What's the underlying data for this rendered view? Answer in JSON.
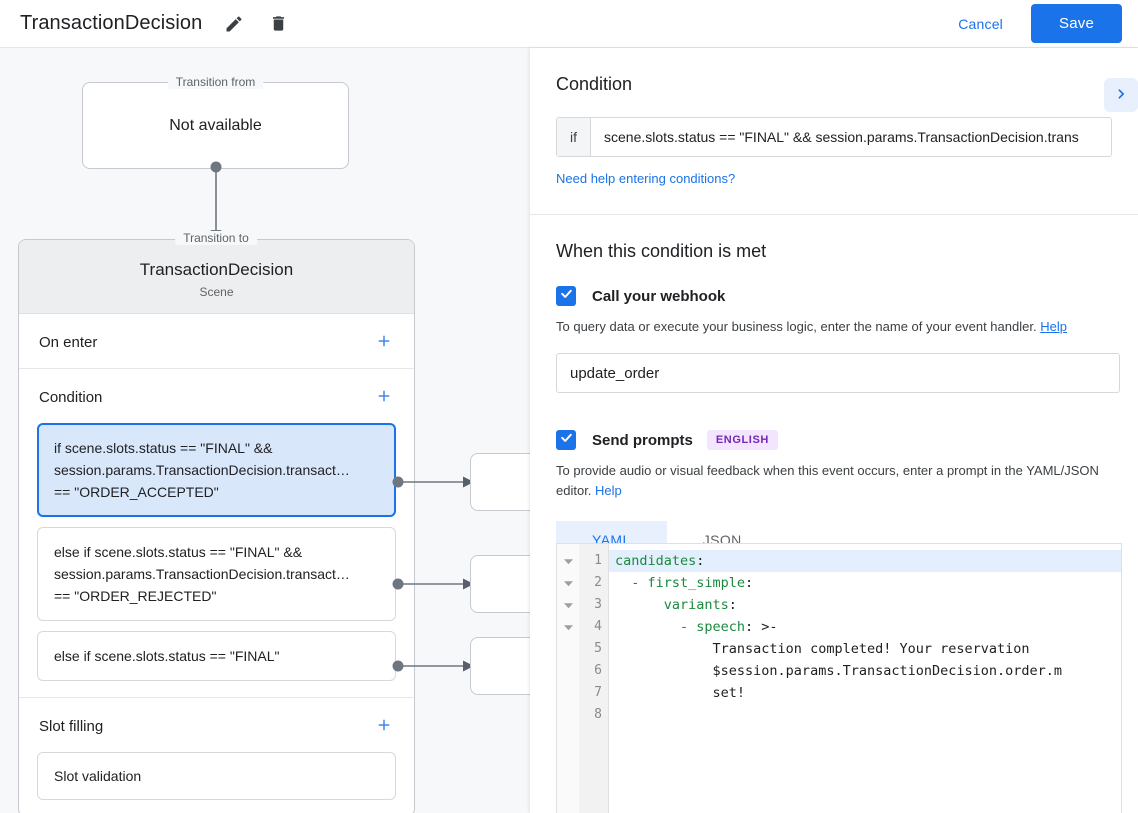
{
  "topbar": {
    "title": "TransactionDecision",
    "edit_icon": "pencil-icon",
    "delete_icon": "trash-icon",
    "cancel_label": "Cancel",
    "save_label": "Save"
  },
  "canvas": {
    "transition_from": {
      "legend": "Transition from",
      "value": "Not available"
    },
    "transition_to": {
      "legend": "Transition to",
      "title": "TransactionDecision",
      "subtitle": "Scene"
    },
    "sections": [
      {
        "title": "On enter",
        "add_icon": "plus-icon"
      },
      {
        "title": "Condition",
        "add_icon": "plus-icon"
      },
      {
        "title": "Slot filling",
        "add_icon": "plus-icon"
      }
    ],
    "conditions": [
      {
        "line1": "if scene.slots.status == \"FINAL\" &&",
        "line2": "session.params.TransactionDecision.transact…",
        "line3": "== \"ORDER_ACCEPTED\"",
        "selected": true
      },
      {
        "line1": "else if scene.slots.status == \"FINAL\" &&",
        "line2": "session.params.TransactionDecision.transact…",
        "line3": "== \"ORDER_REJECTED\"",
        "selected": false
      },
      {
        "line1": "else if scene.slots.status == \"FINAL\"",
        "line2": "",
        "line3": "",
        "selected": false
      }
    ],
    "slot_filling": [
      {
        "label": "Slot validation"
      }
    ]
  },
  "right_panel": {
    "condition_heading": "Condition",
    "expand_icon": "chevron-right-icon",
    "if_label": "if",
    "if_value": "scene.slots.status == \"FINAL\" && session.params.TransactionDecision.trans",
    "help_conditions_link": "Need help entering conditions?",
    "when_met_heading": "When this condition is met",
    "webhook": {
      "checked": true,
      "label": "Call your webhook",
      "hint": "To query data or execute your business logic, enter the name of your event handler.",
      "hint_link": "Help",
      "value": "update_order",
      "placeholder": ""
    },
    "prompts": {
      "checked": true,
      "label": "Send prompts",
      "badge": "ENGLISH",
      "hint": "To provide audio or visual feedback when this event occurs, enter a prompt in the YAML/JSON editor.",
      "hint_link": "Help",
      "tabs": [
        {
          "label": "YAML",
          "active": true
        },
        {
          "label": "JSON",
          "active": false
        }
      ]
    },
    "editor": {
      "line_numbers": [
        "1",
        "2",
        "3",
        "4",
        "5",
        "6",
        "7",
        "8"
      ],
      "fold_rows": [
        1,
        2,
        3,
        4
      ],
      "lines": [
        {
          "n": "1",
          "key": "candidates",
          "punct": ":",
          "rest": "",
          "indent": 0,
          "highlight": true
        },
        {
          "n": "2",
          "key": "  - first_simple",
          "punct": ":",
          "rest": "",
          "indent": 0,
          "highlight": false
        },
        {
          "n": "3",
          "key": "      variants",
          "punct": ":",
          "rest": "",
          "indent": 0,
          "highlight": false
        },
        {
          "n": "4",
          "key": "        - speech",
          "punct": ": >-",
          "rest": "",
          "indent": 0,
          "highlight": false
        },
        {
          "n": "5",
          "key": "",
          "punct": "",
          "rest": "            Transaction completed! Your reservation",
          "indent": 0,
          "highlight": false
        },
        {
          "n": "6",
          "key": "",
          "punct": "",
          "rest": "            $session.params.TransactionDecision.order.m",
          "indent": 0,
          "highlight": false
        },
        {
          "n": "7",
          "key": "",
          "punct": "",
          "rest": "            set!",
          "indent": 0,
          "highlight": false
        },
        {
          "n": "8",
          "key": "",
          "punct": "",
          "rest": "",
          "indent": 0,
          "highlight": false
        }
      ]
    }
  },
  "colors": {
    "accent_blue": "#1a73e8",
    "selected_fill": "#d9e7fb",
    "badge_bg": "#f3e5fd",
    "badge_fg": "#7627b5",
    "canvas_bg": "#f7f8fa",
    "yaml_key": "#1a8a3f"
  }
}
